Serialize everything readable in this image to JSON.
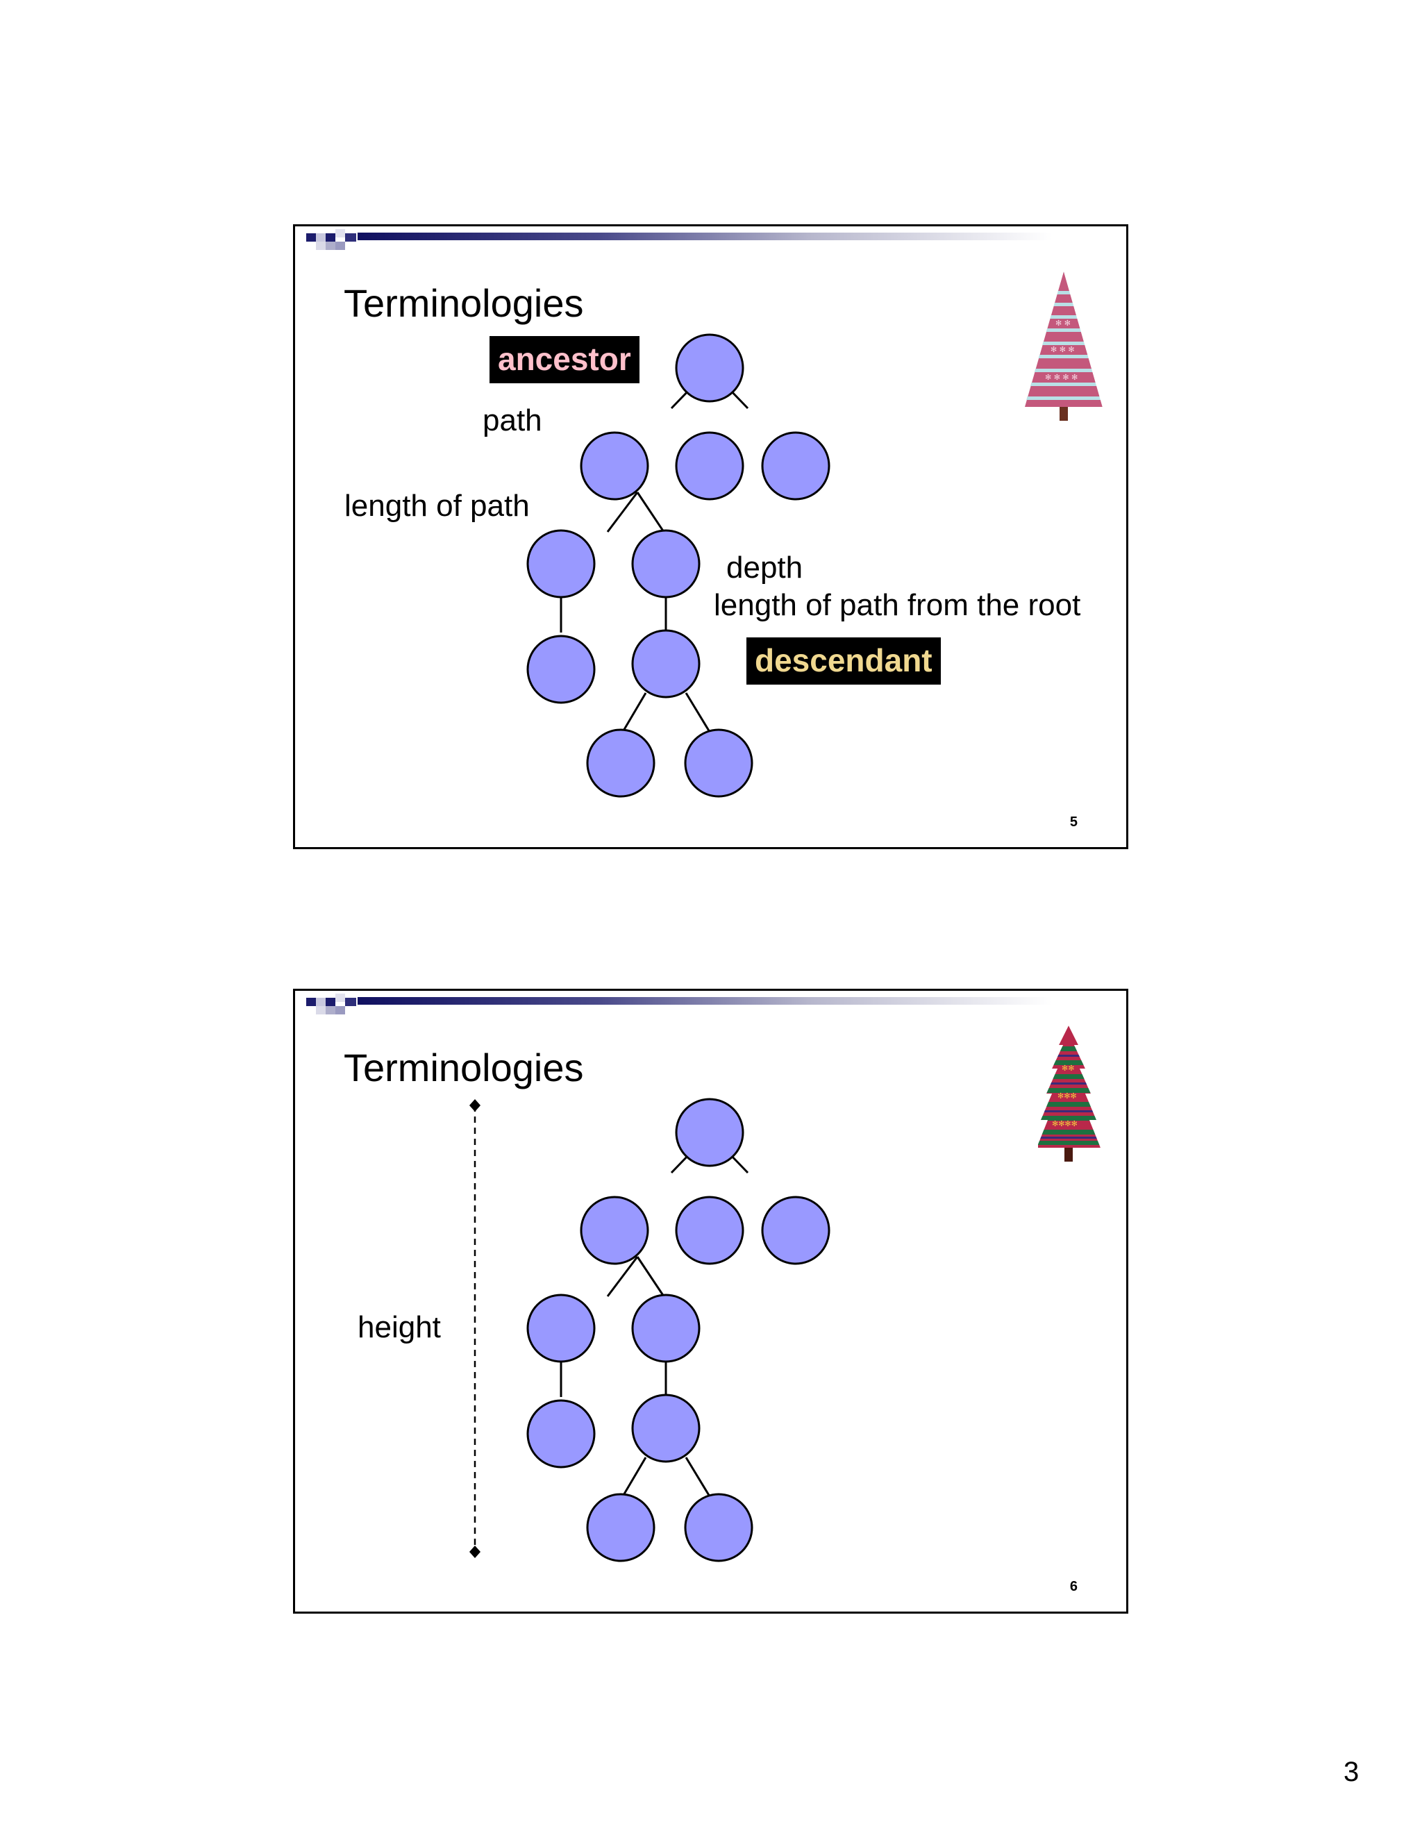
{
  "slides": [
    {
      "title": "Terminologies",
      "number": "5",
      "labels": {
        "ancestor": "ancestor",
        "path": "path",
        "length_of_path": "length of path",
        "depth": "depth",
        "depth_definition": "length of path from the root",
        "descendant": "descendant"
      },
      "colors": {
        "node_fill": "#9999ff",
        "ancestor_text": "#ffc0cb",
        "descendant_text": "#f0d890",
        "term_background": "#000000"
      },
      "icon": "striped-pink-christmas-tree"
    },
    {
      "title": "Terminologies",
      "number": "6",
      "labels": {
        "height": "height"
      },
      "colors": {
        "node_fill": "#9999ff"
      },
      "icon": "striped-red-green-christmas-tree"
    }
  ],
  "page_number": "3"
}
